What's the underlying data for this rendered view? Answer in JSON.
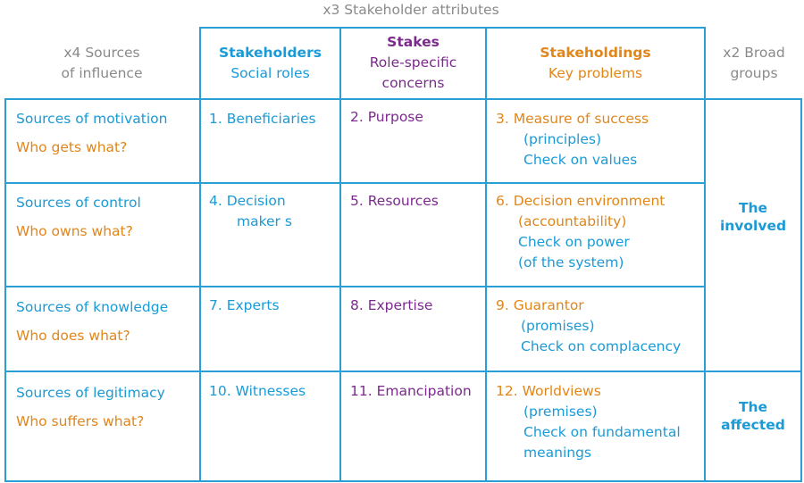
{
  "top_header": "x3 Stakeholder attributes",
  "left_header": [
    "x4 Sources",
    "of influence"
  ],
  "right_header": [
    "x2 Broad",
    "groups"
  ],
  "columns": [
    {
      "title": "Stakeholders",
      "subtitle": [
        "Social roles"
      ]
    },
    {
      "title": "Stakes",
      "subtitle": [
        "Role-specific",
        "concerns"
      ]
    },
    {
      "title": "Stakeholdings",
      "subtitle": [
        "Key problems"
      ]
    }
  ],
  "rows": [
    {
      "source": "Sources of motivation",
      "question": "Who gets what?",
      "stakeholder": [
        "1. Beneficiaries"
      ],
      "stake": "2. Purpose",
      "stakeholding_title": [
        "3. Measure of success"
      ],
      "stakeholding_detail": [
        "(principles)",
        "Check on values"
      ]
    },
    {
      "source": "Sources of control",
      "question": "Who owns what?",
      "stakeholder": [
        "4. Decision",
        "maker s"
      ],
      "stake": "5. Resources",
      "stakeholding_title": [
        "6. Decision environment",
        "(accountability)"
      ],
      "stakeholding_detail": [
        "Check on power",
        "(of the system)"
      ]
    },
    {
      "source": "Sources of knowledge",
      "question": "Who does what?",
      "stakeholder": [
        "7. Experts"
      ],
      "stake": "8. Expertise",
      "stakeholding_title": [
        "9. Guarantor"
      ],
      "stakeholding_detail": [
        "(promises)",
        "Check on complacency"
      ]
    },
    {
      "source": "Sources of legitimacy",
      "question": "Who suffers what?",
      "stakeholder": [
        "10. Witnesses"
      ],
      "stake": "11. Emancipation",
      "stakeholding_title": [
        "12. Worldviews"
      ],
      "stakeholding_detail": [
        "(premises)",
        "Check on fundamental",
        "meanings"
      ]
    }
  ],
  "groups": [
    [
      "The",
      "involved"
    ],
    [
      "The",
      "affected"
    ]
  ]
}
